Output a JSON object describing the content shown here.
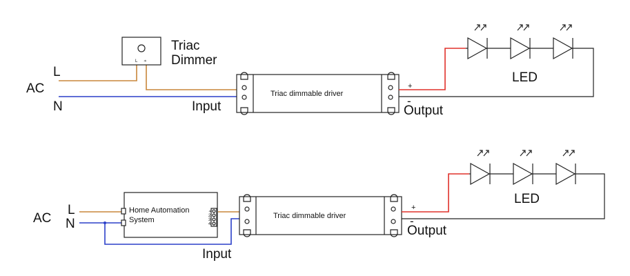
{
  "colors": {
    "live_wire": "#c8863a",
    "neutral_wire": "#2a3fc9",
    "positive_wire": "#e0302a",
    "negative_wire": "#222222"
  },
  "top": {
    "ac_label": "AC",
    "l_label": "L",
    "n_label": "N",
    "dimmer_title_1": "Triac",
    "dimmer_title_2": "Dimmer",
    "dimmer_terminal_l": "L",
    "dimmer_terminal_load": "≁",
    "driver_label": "Triac dimmable driver",
    "input_label": "Input",
    "output_label": "Output",
    "plus": "+",
    "minus": "-",
    "led_label": "LED"
  },
  "bottom": {
    "ac_label": "AC",
    "l_label": "L",
    "n_label": "N",
    "ha_label_1": "Home Automation",
    "ha_label_2": "System",
    "ha_terminals": [
      "≁",
      "2",
      "3",
      "4"
    ],
    "driver_label": "Triac dimmable driver",
    "input_label": "Input",
    "output_label": "Output",
    "plus": "+",
    "minus": "-",
    "led_label": "LED"
  }
}
